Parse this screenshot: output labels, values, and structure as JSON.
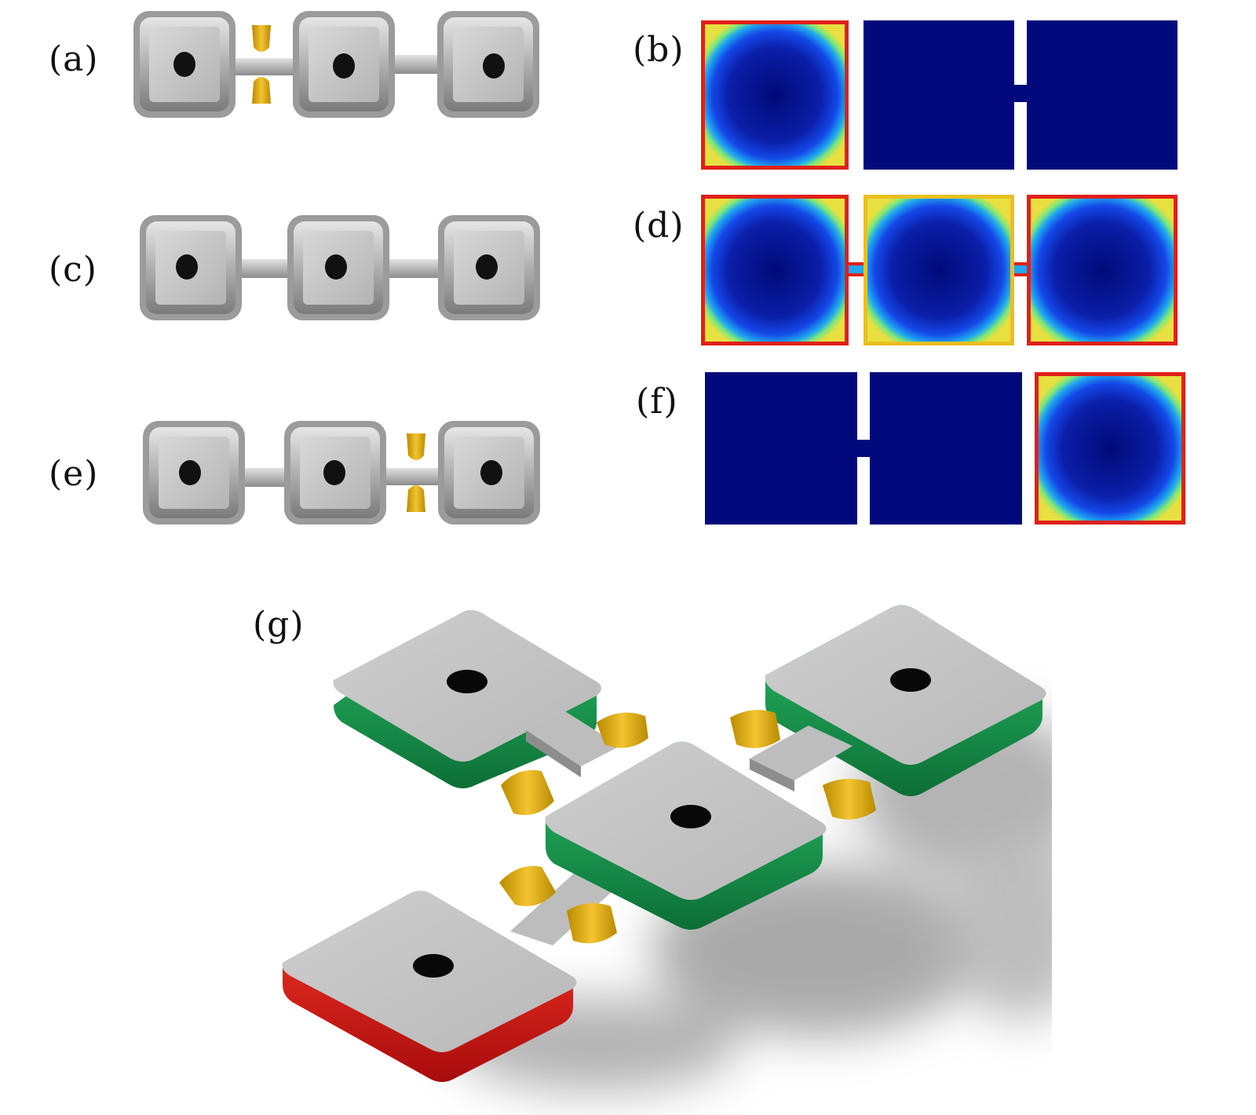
{
  "labels": {
    "a": "(a)",
    "b": "(b)",
    "c": "(c)",
    "d": "(d)",
    "e": "(e)",
    "f": "(f)",
    "g": "(g)"
  },
  "colors": {
    "metal_light": "#c9c9c9",
    "metal_dark": "#8a8a8a",
    "gold": "#e0ad10",
    "field_blue": "#000a7a",
    "field_edge": "#e0201a",
    "ring_green": "#1f9a52",
    "ring_red": "#e01515"
  },
  "panels": {
    "a": {
      "gate": "left"
    },
    "c": {
      "gate": "none"
    },
    "e": {
      "gate": "right"
    },
    "b": {
      "excited_islands": [
        true,
        false,
        false
      ],
      "bridges": [
        false,
        true
      ]
    },
    "d": {
      "excited_islands": [
        true,
        true,
        true
      ],
      "bridges": [
        true,
        true
      ]
    },
    "f": {
      "excited_islands": [
        false,
        false,
        true
      ],
      "bridges": [
        true,
        false
      ]
    },
    "g": {
      "islands": [
        "green",
        "green",
        "green",
        "red"
      ]
    }
  }
}
